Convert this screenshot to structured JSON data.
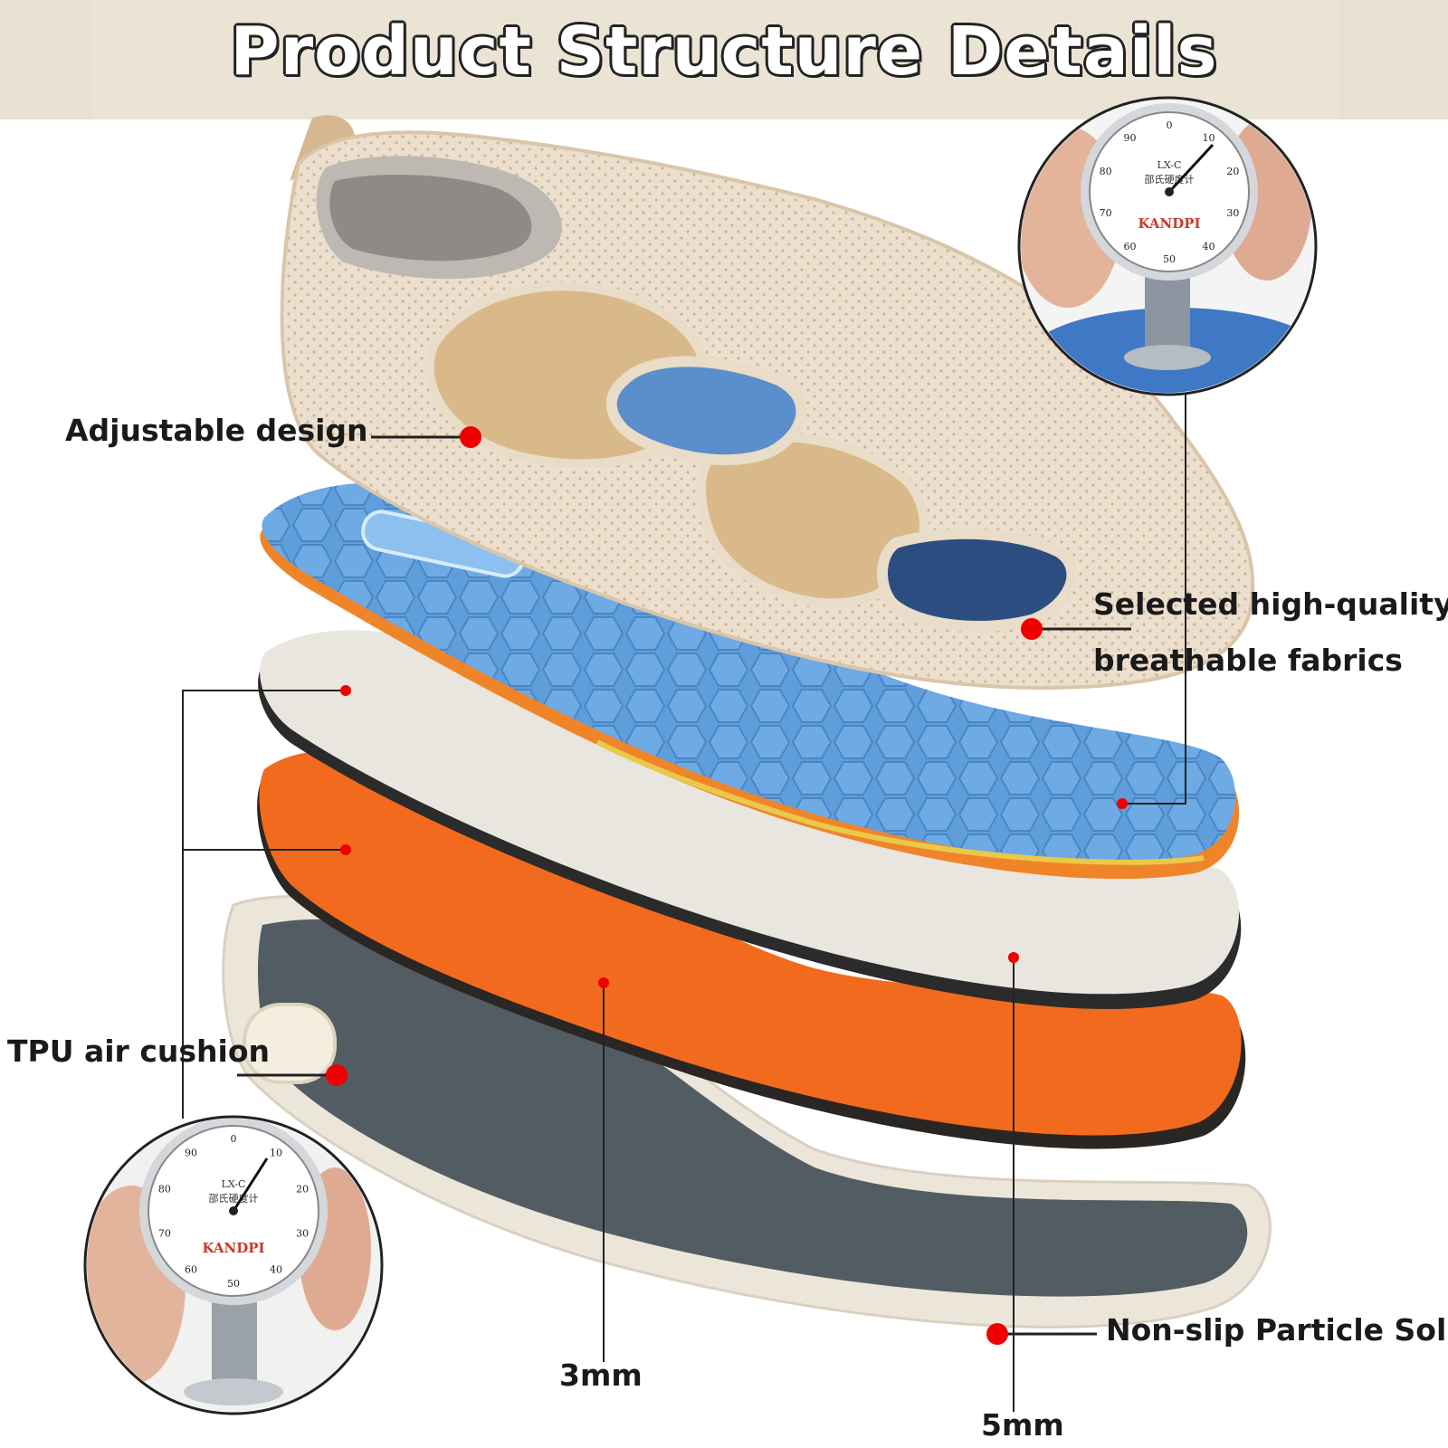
{
  "title": "Product Structure Details",
  "labels": {
    "adjustable": "Adjustable design",
    "fabric_line1": "Selected high-quality",
    "fabric_line2": "breathable fabrics",
    "tpu": "TPU air cushion",
    "nonslip": "Non-slip Particle Sol",
    "thickness_3mm": "3mm",
    "thickness_5mm": "5mm"
  },
  "gauge": {
    "model": "LX-C",
    "brand": "KANDPI",
    "subtitle": "邵氏硬度计",
    "dial_numbers": [
      "0",
      "10",
      "20",
      "30",
      "40",
      "50",
      "60",
      "70",
      "80",
      "90"
    ]
  },
  "colors": {
    "banner": "#ebe3d3",
    "marker": "#ee0000",
    "insole_blue": "#5b9ad8",
    "foam_orange": "#f26a1d",
    "outsole_gray": "#525c63",
    "shoe_beige": "#ecdfcd"
  }
}
